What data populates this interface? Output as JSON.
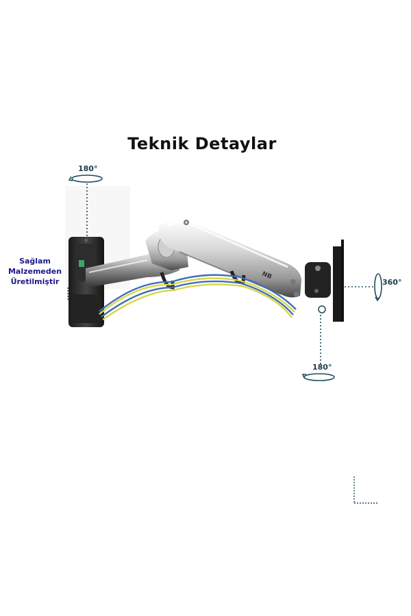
{
  "title": "Teknik Detaylar",
  "feature_label": [
    "Sağlam",
    "Malzemeden",
    "Üretilmiştir"
  ],
  "rotations": {
    "wall_top": "180°",
    "head_right": "360°",
    "head_bottom": "180°"
  },
  "colors": {
    "title": "#111111",
    "feature_label": "#1a1a8c",
    "arrow": "#1e4a5c",
    "cable_blue": "#3f6fb5",
    "cable_yellow": "#d8d64a"
  }
}
